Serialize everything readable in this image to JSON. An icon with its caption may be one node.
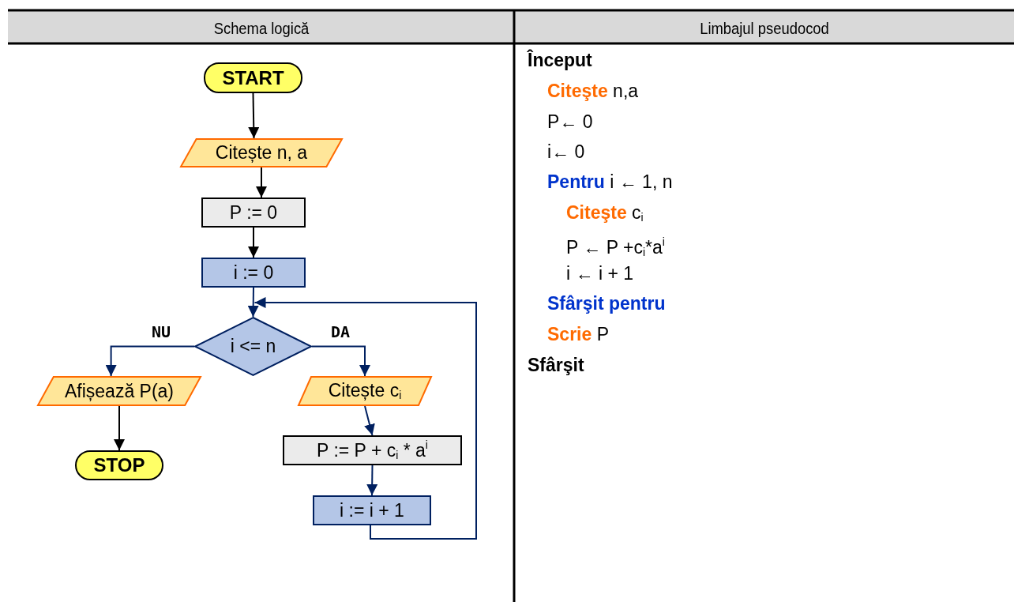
{
  "diagram": {
    "nodes": [
      {
        "text": [
          "START"
        ]
      },
      {
        "text": [
          "Citește n, a"
        ]
      },
      {
        "text": [
          "P := 0"
        ]
      },
      {
        "text": [
          "i := 0"
        ]
      },
      {
        "text": [
          "i <= n"
        ]
      },
      {
        "text": [
          "Afișează P(a)"
        ]
      },
      {
        "text": [
          "STOP"
        ]
      },
      {
        "text": [
          "Citește c$_{i}$"
        ]
      },
      {
        "text": [
          "P := P + c$_{i}$ * a$^{i}$"
        ]
      },
      {
        "text": [
          "i := i + 1"
        ]
      }
    ],
    "edges": [
      {
        "from": 0,
        "to": 1,
        "arrow": "to",
        "color": "#000000"
      },
      {
        "from": 1,
        "to": 2,
        "arrow": "to",
        "color": "#000000"
      },
      {
        "from": 2,
        "to": 3,
        "arrow": "to",
        "color": "#000000"
      },
      {
        "from": 3,
        "to": 4,
        "arrow": "to"
      },
      {
        "from": 4,
        "to": 5,
        "label": "NU",
        "arrow": "to"
      },
      {
        "from": 4,
        "to": 7,
        "label": "DA",
        "arrow": "to"
      },
      {
        "from": 5,
        "to": 6,
        "arrow": "to",
        "color": "#000000"
      },
      {
        "from": 7,
        "to": 8,
        "arrow": "to"
      },
      {
        "from": 8,
        "to": 9,
        "arrow": "to"
      },
      {
        "from": 9,
        "to": 4,
        "arrow": "to"
      }
    ],
    "labels": [
      "Schema logică",
      "Limbajul pseudocod",
      "Început",
      "**Citeşte** n,a",
      "P← 0",
      "i← 0",
      "**Pentru** i ← 1, n",
      "**Citeşte** c$_{i}$",
      "P ← P +c$_{i}$*a$^{i}$",
      "i ← i + 1",
      "Sfârşit pentru",
      "**Scrie** P",
      "Sfârşit"
    ]
  }
}
